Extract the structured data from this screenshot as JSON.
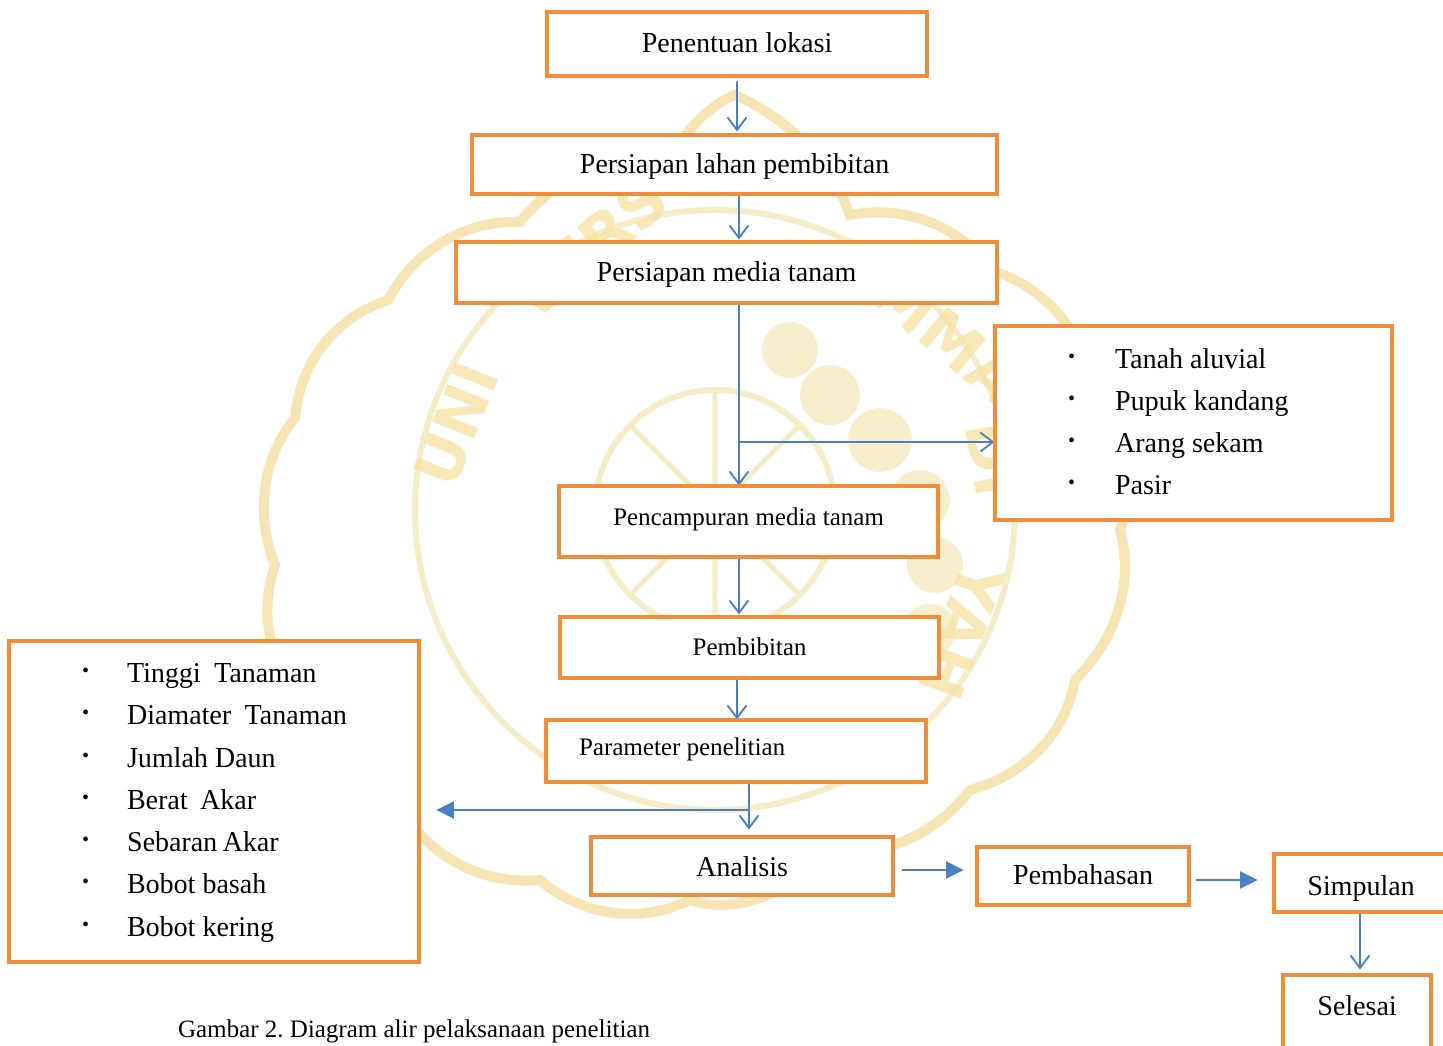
{
  "colors": {
    "box_border": "#f28c38",
    "arrow": "#4a7fc1",
    "watermark": "#f6e3b0"
  },
  "flow": {
    "penentuan_lokasi": "Penentuan lokasi",
    "persiapan_lahan": "Persiapan lahan pembibitan",
    "persiapan_media": "Persiapan media tanam",
    "pencampuran_media": "Pencampuran media tanam",
    "pembibitan": "Pembibitan",
    "parameter_penelitian": "Parameter penelitian",
    "analisis": "Analisis",
    "pembahasan": "Pembahasan",
    "simpulan": "Simpulan",
    "selesai": "Selesai"
  },
  "media_items": [
    "Tanah aluvial",
    "Pupuk kandang",
    "Arang sekam",
    "Pasir"
  ],
  "parameter_items": [
    "Tinggi  Tanaman",
    "Diamater  Tanaman",
    "Jumlah Daun",
    "Berat  Akar",
    "Sebaran Akar",
    "Bobot basah",
    "Bobot kering"
  ],
  "bullet": "•",
  "watermark": {
    "text": "UNIVERSITAS MUHAMMADIYAH MATARAM",
    "icon": "university-seal-icon"
  },
  "caption": "Gambar 2. Diagram alir pelaksanaan penelitian"
}
